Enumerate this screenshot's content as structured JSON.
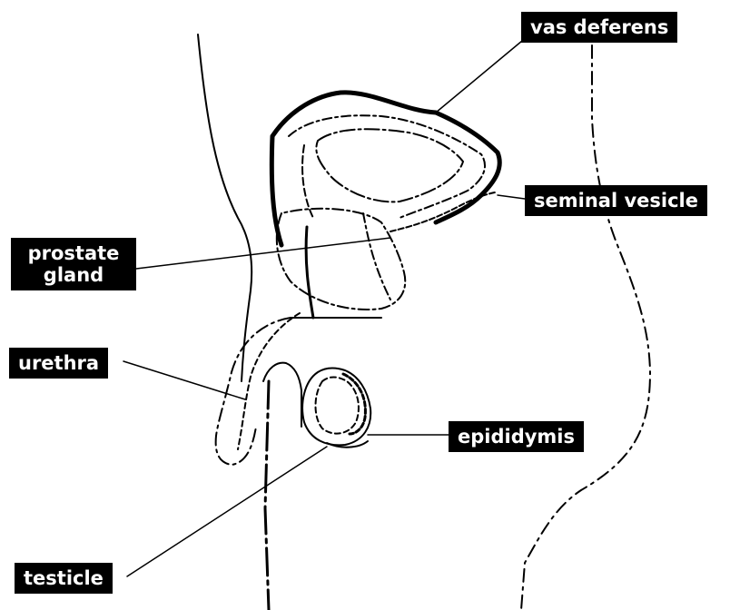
{
  "labels": {
    "vas_deferens": "vas deferens",
    "seminal_vesicle": "seminal vesicle",
    "prostate_gland_line1": "prostate",
    "prostate_gland_line2": "gland",
    "urethra": "urethra",
    "epididymis": "epididymis",
    "testicle": "testicle"
  },
  "colors": {
    "ink": "#000000",
    "background": "#ffffff",
    "label_text": "#ffffff"
  }
}
